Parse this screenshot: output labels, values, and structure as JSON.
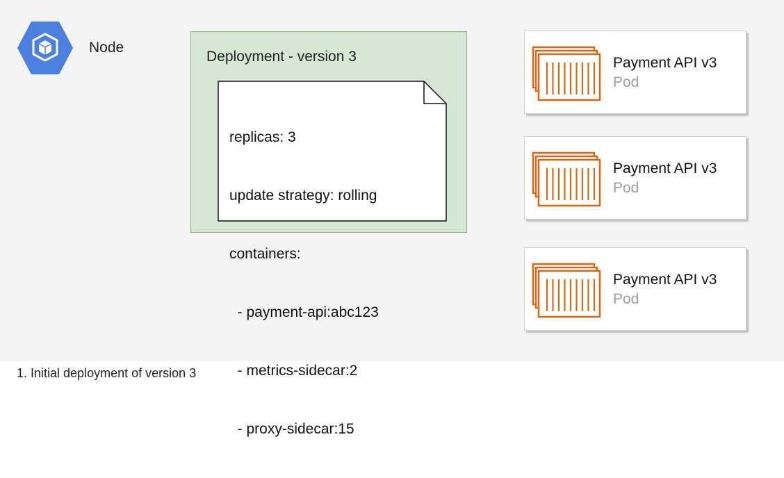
{
  "node": {
    "label": "Node",
    "icon": "node-hexagon-icon",
    "color": "#4a7fe0"
  },
  "deployment": {
    "title": "Deployment - version 3",
    "fill": "#d5e8d4",
    "stroke": "#82b366",
    "note_lines": [
      "replicas: 3",
      "update strategy: rolling",
      "containers:",
      "  - payment-api:abc123",
      "  - metrics-sidecar:2",
      "  - proxy-sidecar:15"
    ]
  },
  "pods": [
    {
      "name": "Payment API v3",
      "type": "Pod",
      "icon": "container-icon"
    },
    {
      "name": "Payment API v3",
      "type": "Pod",
      "icon": "container-icon"
    },
    {
      "name": "Payment API v3",
      "type": "Pod",
      "icon": "container-icon"
    }
  ],
  "pod_icon_color": "#d86613",
  "caption": "1. Initial deployment of version 3"
}
